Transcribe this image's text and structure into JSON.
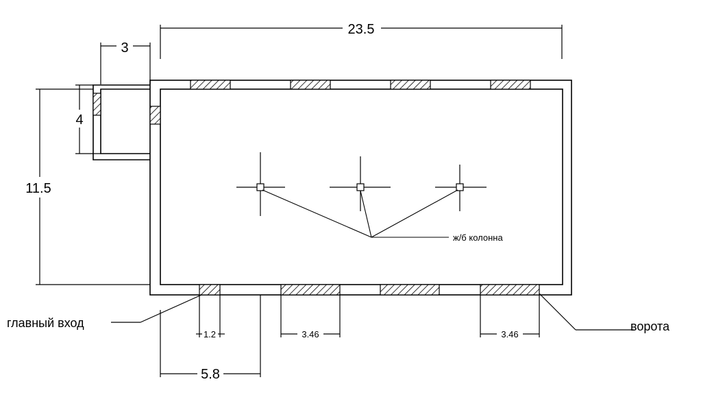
{
  "dimensions": {
    "overall_length": "23.5",
    "annex_width": "3",
    "annex_depth": "4",
    "overall_depth": "11.5",
    "door_width": "1.2",
    "window_width_left": "3.46",
    "window_width_right": "3.46",
    "entrance_offset": "5.8"
  },
  "labels": {
    "columns": "ж/б колонна",
    "main_entrance": "главный вход",
    "gates": "ворота"
  },
  "colors": {
    "lines": "#000000",
    "background": "#ffffff"
  }
}
